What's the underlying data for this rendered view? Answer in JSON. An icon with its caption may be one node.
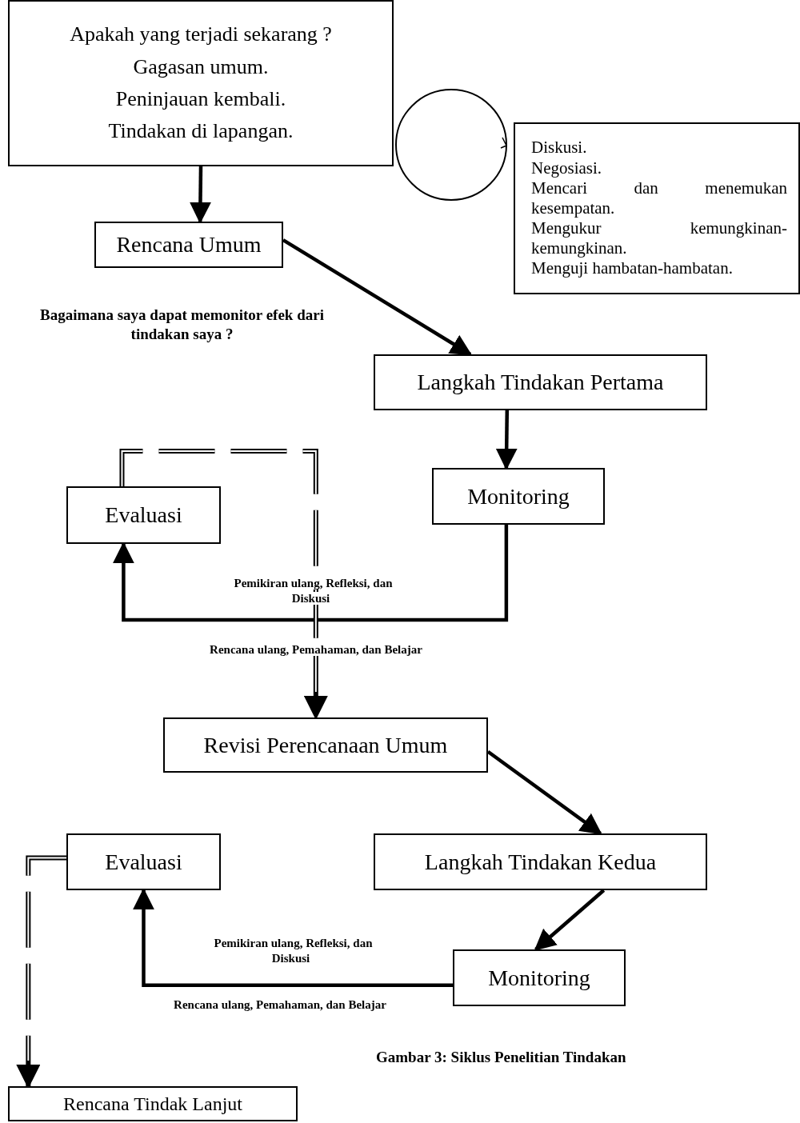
{
  "diagram": {
    "caption": "Gambar 3: Siklus Penelitian Tindakan",
    "nodes": [
      {
        "text": [
          "Apakah yang terjadi sekarang ?",
          "Gagasan umum.",
          "Peninjauan kembali.",
          "Tindakan di lapangan."
        ]
      },
      {
        "text": [],
        "shape": "circle"
      },
      {
        "text": [
          "Diskusi.",
          "Negosiasi.",
          "Mencari dan menemukan kesempatan.",
          "Mengukur kemungkinan-kemungkinan.",
          "Menguji hambatan-hambatan."
        ]
      },
      {
        "text": [
          "Rencana Umum"
        ]
      },
      {
        "text": [
          "Langkah Tindakan Pertama"
        ]
      },
      {
        "text": [
          "Evaluasi"
        ]
      },
      {
        "text": [
          "Monitoring"
        ]
      },
      {
        "text": [
          "Revisi Perencanaan Umum"
        ]
      },
      {
        "text": [
          "Evaluasi"
        ]
      },
      {
        "text": [
          "Langkah Tindakan Kedua"
        ]
      },
      {
        "text": [
          "Monitoring"
        ]
      },
      {
        "text": [
          "Rencana Tindak Lanjut"
        ]
      }
    ],
    "edges": [
      {
        "from": 0,
        "to": 3,
        "arrow": "to"
      },
      {
        "from": 3,
        "to": 4,
        "arrow": "to"
      },
      {
        "from": 4,
        "to": 6,
        "arrow": "to"
      },
      {
        "from": 6,
        "to": 5,
        "arrow": "to",
        "label": "Pemikiran ulang, Refleksi, dan Diskusi"
      },
      {
        "from": 5,
        "to": 7,
        "arrow": "to",
        "style": "dashed",
        "label": "Rencana ulang, Pemahaman, dan Belajar"
      },
      {
        "from": 7,
        "to": 9,
        "arrow": "to"
      },
      {
        "from": 9,
        "to": 10,
        "arrow": "to"
      },
      {
        "from": 10,
        "to": 8,
        "arrow": "to",
        "label": "Pemikiran ulang, Refleksi, dan Diskusi"
      },
      {
        "from": 8,
        "to": 11,
        "arrow": "to",
        "style": "dashed"
      }
    ],
    "labels": [
      "Bagaimana saya dapat memonitor efek dari tindakan saya ?",
      "Rencana ulang, Pemahaman, dan Belajar"
    ]
  }
}
